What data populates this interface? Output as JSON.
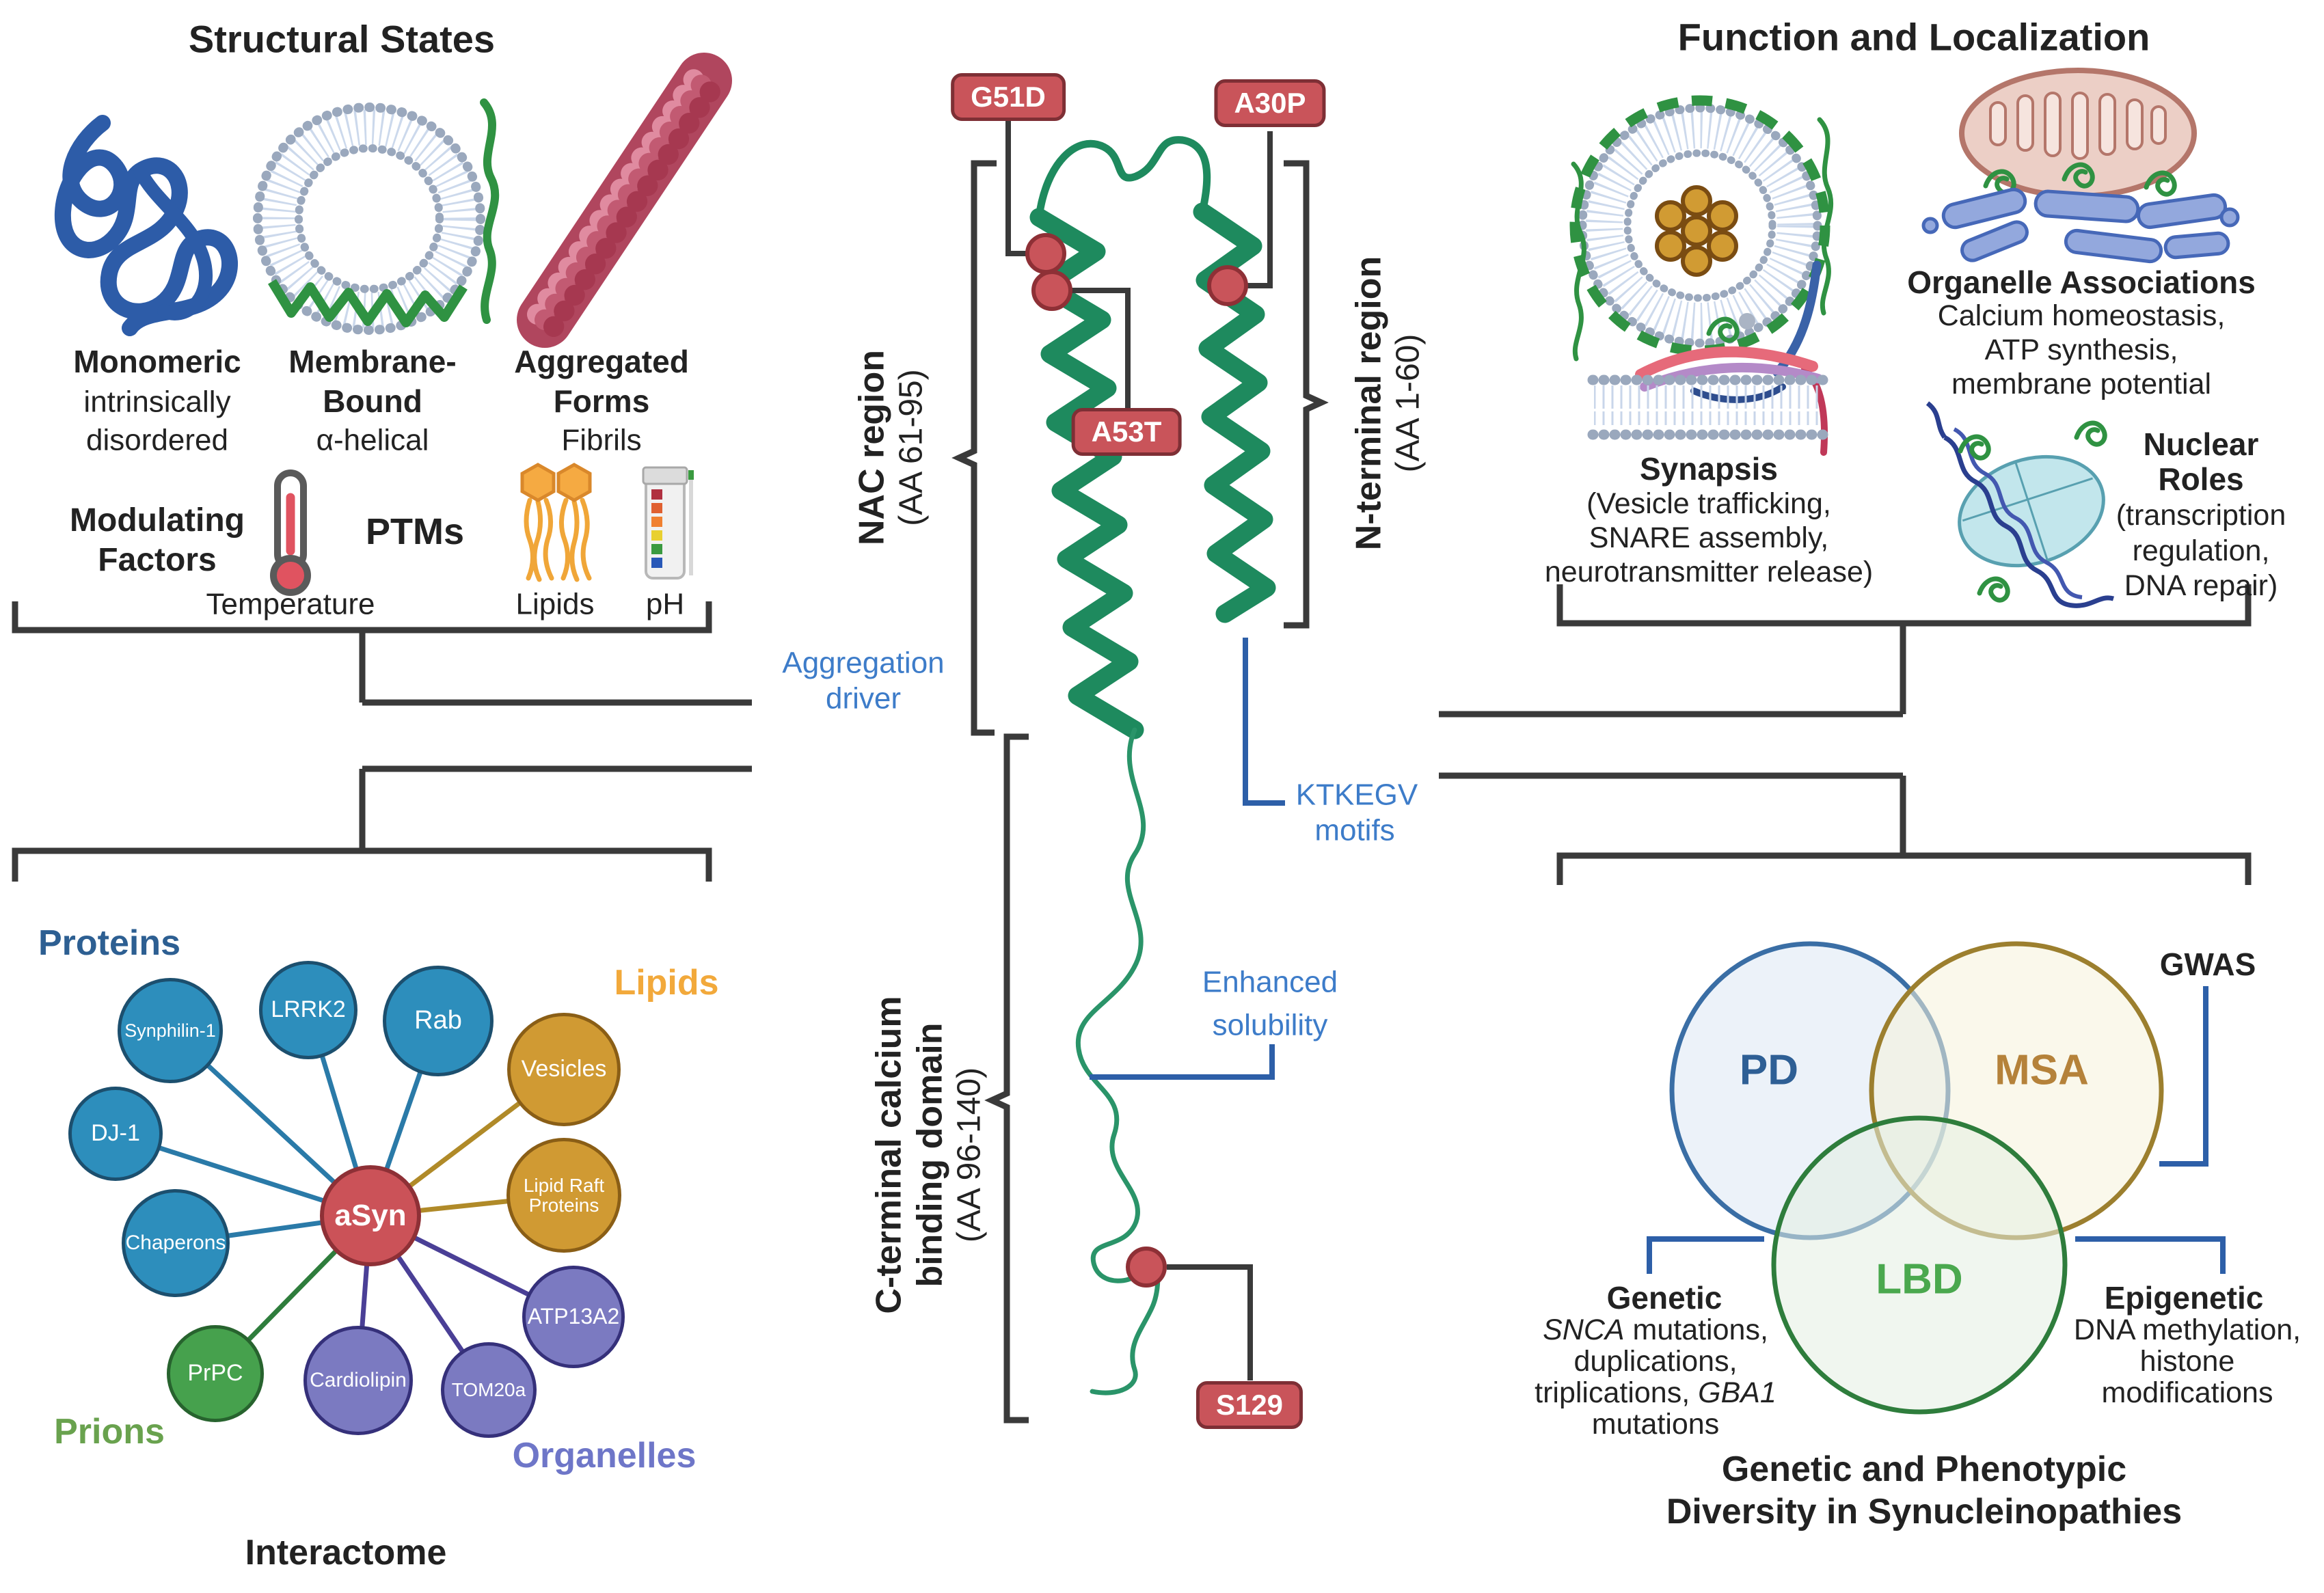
{
  "colors": {
    "dark": "#3a3a3a",
    "mutRed": "#c9545a",
    "ribbon": "#1e8a5e",
    "tail": "#2a9469",
    "annBlue": "#3d7cc9",
    "lineBlue": "#2d5fa8",
    "blueNode": "#2d8ebc",
    "blueNodeBorder": "#1c4f6e",
    "goldNode": "#d09a33",
    "goldBorder": "#8a5e16",
    "purpleNode": "#7b7ac1",
    "purpleBorder": "#35307a",
    "greenNode": "#46a14d",
    "greenBorder": "#27632e",
    "asyn": "#cb5258",
    "asynBorder": "#8e3036",
    "proteinsLabel": "#2d5f92",
    "lipidsLabel": "#f2a93b",
    "prionsLabel": "#69a24e",
    "organellesLabel": "#6e76c8",
    "pdBlue": "#2e5f95",
    "msaGold": "#b5823a",
    "lbdGreen": "#4aa84e"
  },
  "left": {
    "title": "Structural States",
    "states": [
      {
        "line1": "Monomeric",
        "line2": "intrinsically",
        "line3": "disordered"
      },
      {
        "line1": "Membrane-",
        "line2": "Bound",
        "line3": "α-helical"
      },
      {
        "line1": "Aggregated",
        "line2": "Forms",
        "line3": "Fibrils"
      }
    ],
    "modulating": {
      "title1": "Modulating",
      "title2": "Factors",
      "ptms": "PTMs",
      "temperature": "Temperature",
      "lipids": "Lipids",
      "ph": "pH"
    },
    "interactome": {
      "title": "Interactome",
      "center": "aSyn",
      "categories": {
        "proteins": "Proteins",
        "lipids": "Lipids",
        "prions": "Prions",
        "organelles": "Organelles"
      },
      "nodes": {
        "synphilin": "Synphilin-1",
        "lrrk2": "LRRK2",
        "rab": "Rab",
        "dj1": "DJ-1",
        "chaperons": "Chaperons",
        "vesicles": "Vesicles",
        "lipidraft": "Lipid Raft Proteins",
        "prpc": "PrPC",
        "atp13a2": "ATP13A2",
        "tom20a": "TOM20a",
        "cardiolipin": "Cardiolipin"
      }
    }
  },
  "center": {
    "mutations": {
      "g51d": "G51D",
      "a30p": "A30P",
      "a53t": "A53T",
      "s129": "S129"
    },
    "regions": {
      "nac1": "NAC region",
      "nac2": "(AA 61-95)",
      "nterm1": "N-terminal region",
      "nterm2": "(AA 1-60)",
      "cterm1": "C-terminal calcium",
      "cterm2": "binding domain",
      "cterm3": "(AA 96-140)"
    },
    "annotations": {
      "agg1": "Aggregation",
      "agg2": "driver",
      "ktkegv1": "KTKEGV",
      "ktkegv2": "motifs",
      "enh1": "Enhanced",
      "enh2": "solubility"
    }
  },
  "right": {
    "title": "Function and Localization",
    "organelle": {
      "title": "Organelle Associations",
      "line1": "Calcium homeostasis,",
      "line2": "ATP synthesis,",
      "line3": "membrane potential"
    },
    "synapsis": {
      "title": "Synapsis",
      "line1": "(Vesicle trafficking,",
      "line2": "SNARE assembly,",
      "line3": "neurotransmitter release)"
    },
    "nuclear": {
      "title1": "Nuclear",
      "title2": "Roles",
      "line1": "(transcription",
      "line2": "regulation,",
      "line3": "DNA repair)"
    },
    "venn": {
      "pd": "PD",
      "msa": "MSA",
      "lbd": "LBD",
      "gwas": "GWAS",
      "genetic": {
        "title": "Genetic",
        "l1a": "SNCA",
        "l1b": " mutations,",
        "l2": "duplications,",
        "l3a": "triplications, ",
        "l3b": "GBA1",
        "l4": "mutations"
      },
      "epigenetic": {
        "title": "Epigenetic",
        "line1": "DNA methylation,",
        "line2": "histone",
        "line3": "modifications"
      },
      "caption1": "Genetic and Phenotypic",
      "caption2": "Diversity in Synucleinopathies"
    }
  }
}
